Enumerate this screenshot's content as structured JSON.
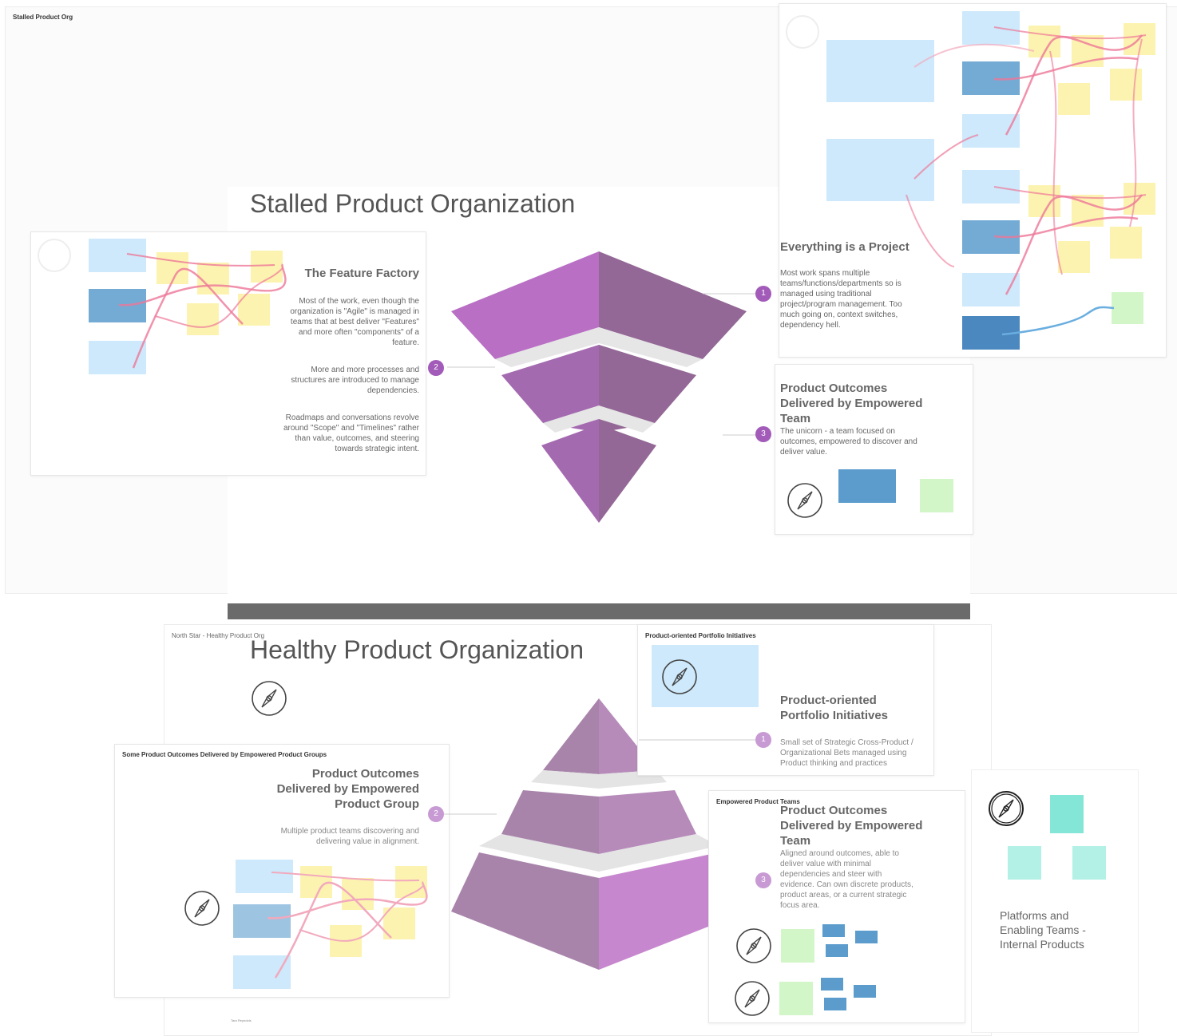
{
  "colors": {
    "purple_light": "#b86fc4",
    "purple_dark": "#936796",
    "purple_mid": "#a46ab0",
    "sticky_blue_light": "#cde9fb",
    "sticky_blue_dark": "#5b9ccd",
    "sticky_yellow": "#fdf3b0",
    "sticky_green": "#d3f6c9",
    "sticky_teal": "#84e6d6",
    "badge": "#a25bb8",
    "scribble": "#ee7799"
  },
  "stalled": {
    "frame_label": "Stalled Product Org",
    "title": "Stalled Product Organization",
    "feature_factory": {
      "heading": "The Feature Factory",
      "p1": "Most of the work, even though the organization is \"Agile\" is managed in teams that at best deliver \"Features\" and more often \"components\" of a feature.",
      "p2": "More and more processes and structures are introduced to manage dependencies.",
      "p3": "Roadmaps and conversations revolve around \"Scope\" and \"Timelines\" rather than value, outcomes, and steering towards strategic intent."
    },
    "project": {
      "heading": "Everything is a Project",
      "body": "Most work spans multiple teams/functions/departments so is managed using traditional project/program management. Too much going on, context switches, dependency hell."
    },
    "team": {
      "heading": "Product Outcomes Delivered by Empowered Team",
      "body": "The unicorn - a team focused on outcomes, empowered to discover and deliver value."
    },
    "badges": [
      "1",
      "2",
      "3"
    ]
  },
  "healthy": {
    "frame_label": "North Star - Healthy Product Org",
    "title": "Healthy Product Organization",
    "portfolio": {
      "frame_label": "Product-oriented Portfolio Initiatives",
      "heading": "Product-oriented Portfolio Initiatives",
      "body": "Small set of Strategic Cross-Product / Organizational Bets managed using Product thinking and practices"
    },
    "groups": {
      "frame_label": "Some Product Outcomes Delivered by Empowered Product Groups",
      "heading": "Product Outcomes Delivered by Empowered Product Group",
      "body": "Multiple product teams discovering and delivering value in alignment."
    },
    "teams": {
      "frame_label": "Empowered Product Teams",
      "heading": "Product Outcomes Delivered by Empowered Team",
      "body": "Aligned around outcomes, able to deliver value with minimal dependencies and steer with evidence. Can own discrete products, product areas, or a current strategic focus area."
    },
    "platforms": {
      "label": "Platforms and Enabling Teams - Internal Products"
    },
    "footer": "Tara Reynolds",
    "badges": [
      "1",
      "2",
      "3"
    ]
  },
  "icons": [
    "compass-icon"
  ]
}
